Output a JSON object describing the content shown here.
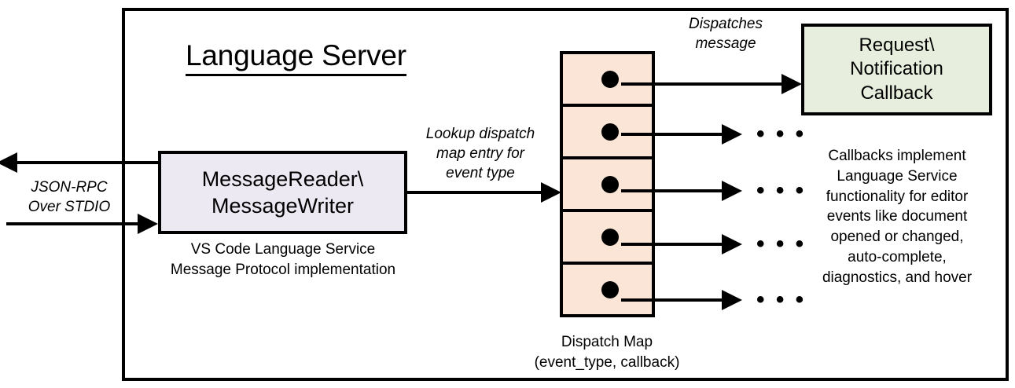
{
  "diagram": {
    "title": "Language Server",
    "colors": {
      "message_box_fill": "#ece9f2",
      "dispatch_row_fill": "#fbe5d6",
      "callback_box_fill": "#e7eedd",
      "stroke": "#000000",
      "background": "#ffffff"
    }
  },
  "transport": {
    "label": "JSON-RPC\nOver STDIO",
    "outbound_arrow": "arrow-left",
    "inbound_arrow": "arrow-right"
  },
  "message_module": {
    "title": "MessageReader\\\nMessageWriter",
    "caption": "VS Code Language Service\nMessage Protocol implementation"
  },
  "lookup": {
    "label": "Lookup dispatch\nmap entry for\nevent type"
  },
  "dispatch_map": {
    "caption": "Dispatch Map\n(event_type, callback)",
    "rows": [
      {
        "id": "row-1",
        "marker": "callback-dot",
        "target": "callback-box"
      },
      {
        "id": "row-2",
        "marker": "callback-dot",
        "target": "ellipsis"
      },
      {
        "id": "row-3",
        "marker": "callback-dot",
        "target": "ellipsis"
      },
      {
        "id": "row-4",
        "marker": "callback-dot",
        "target": "ellipsis"
      },
      {
        "id": "row-5",
        "marker": "callback-dot",
        "target": "ellipsis"
      }
    ],
    "ellipsis": "• • •"
  },
  "dispatch": {
    "label": "Dispatches\nmessage"
  },
  "callback": {
    "title": "Request\\\nNotification\nCallback",
    "caption": "Callbacks implement\nLanguage Service\nfunctionality for editor\nevents like document\nopened or changed,\nauto-complete,\ndiagnostics, and hover"
  }
}
